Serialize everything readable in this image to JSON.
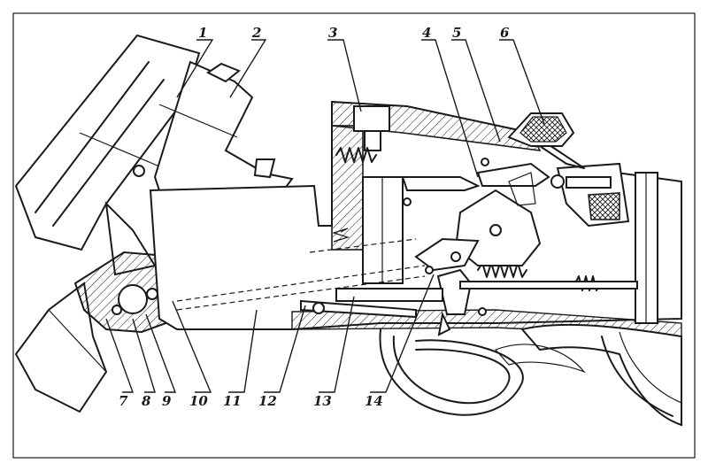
{
  "diagram": {
    "colors": {
      "ink": "#1a1a1a",
      "paper": "#ffffff"
    },
    "callouts": [
      {
        "id": "c1",
        "label": "1"
      },
      {
        "id": "c2",
        "label": "2"
      },
      {
        "id": "c3",
        "label": "3"
      },
      {
        "id": "c4",
        "label": "4"
      },
      {
        "id": "c5",
        "label": "5"
      },
      {
        "id": "c6",
        "label": "6"
      },
      {
        "id": "c7",
        "label": "7"
      },
      {
        "id": "c8",
        "label": "8"
      },
      {
        "id": "c9",
        "label": "9"
      },
      {
        "id": "c10",
        "label": "10"
      },
      {
        "id": "c11",
        "label": "11"
      },
      {
        "id": "c12",
        "label": "12"
      },
      {
        "id": "c13",
        "label": "13"
      },
      {
        "id": "c14",
        "label": "14"
      }
    ]
  }
}
